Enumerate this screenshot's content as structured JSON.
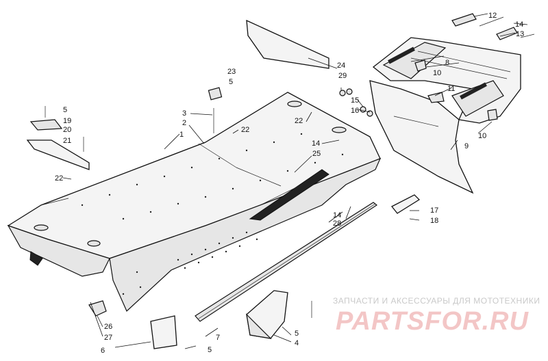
{
  "callouts": [
    {
      "id": "c1",
      "text": "1"
    },
    {
      "id": "c2",
      "text": "2"
    },
    {
      "id": "c3",
      "text": "3"
    },
    {
      "id": "c4",
      "text": "4"
    },
    {
      "id": "c5a",
      "text": "5"
    },
    {
      "id": "c5b",
      "text": "5"
    },
    {
      "id": "c5c",
      "text": "5"
    },
    {
      "id": "c5d",
      "text": "5"
    },
    {
      "id": "c6",
      "text": "6"
    },
    {
      "id": "c7",
      "text": "7"
    },
    {
      "id": "c8",
      "text": "8"
    },
    {
      "id": "c9",
      "text": "9"
    },
    {
      "id": "c10a",
      "text": "10"
    },
    {
      "id": "c10b",
      "text": "10"
    },
    {
      "id": "c11",
      "text": "11"
    },
    {
      "id": "c12",
      "text": "12"
    },
    {
      "id": "c13",
      "text": "13"
    },
    {
      "id": "c14a",
      "text": "14"
    },
    {
      "id": "c14b",
      "text": "14"
    },
    {
      "id": "c14c",
      "text": "14"
    },
    {
      "id": "c15",
      "text": "15"
    },
    {
      "id": "c16",
      "text": "16"
    },
    {
      "id": "c17",
      "text": "17"
    },
    {
      "id": "c18",
      "text": "18"
    },
    {
      "id": "c19",
      "text": "19"
    },
    {
      "id": "c20",
      "text": "20"
    },
    {
      "id": "c21",
      "text": "21"
    },
    {
      "id": "c22a",
      "text": "22"
    },
    {
      "id": "c22b",
      "text": "22"
    },
    {
      "id": "c22c",
      "text": "22"
    },
    {
      "id": "c23",
      "text": "23"
    },
    {
      "id": "c24",
      "text": "24"
    },
    {
      "id": "c25",
      "text": "25"
    },
    {
      "id": "c26",
      "text": "26"
    },
    {
      "id": "c27",
      "text": "27"
    },
    {
      "id": "c28",
      "text": "28"
    },
    {
      "id": "c29",
      "text": "29"
    }
  ],
  "watermark": {
    "caption": "ЗАПЧАСТИ И АКСЕССУАРЫ ДЛЯ МОТОТЕХНИКИ",
    "brand": "PARTSFOR.RU"
  },
  "colors": {
    "ink": "#111111",
    "watermark_caption": "#c9c9c9",
    "watermark_brand": "#f3c6c6"
  }
}
